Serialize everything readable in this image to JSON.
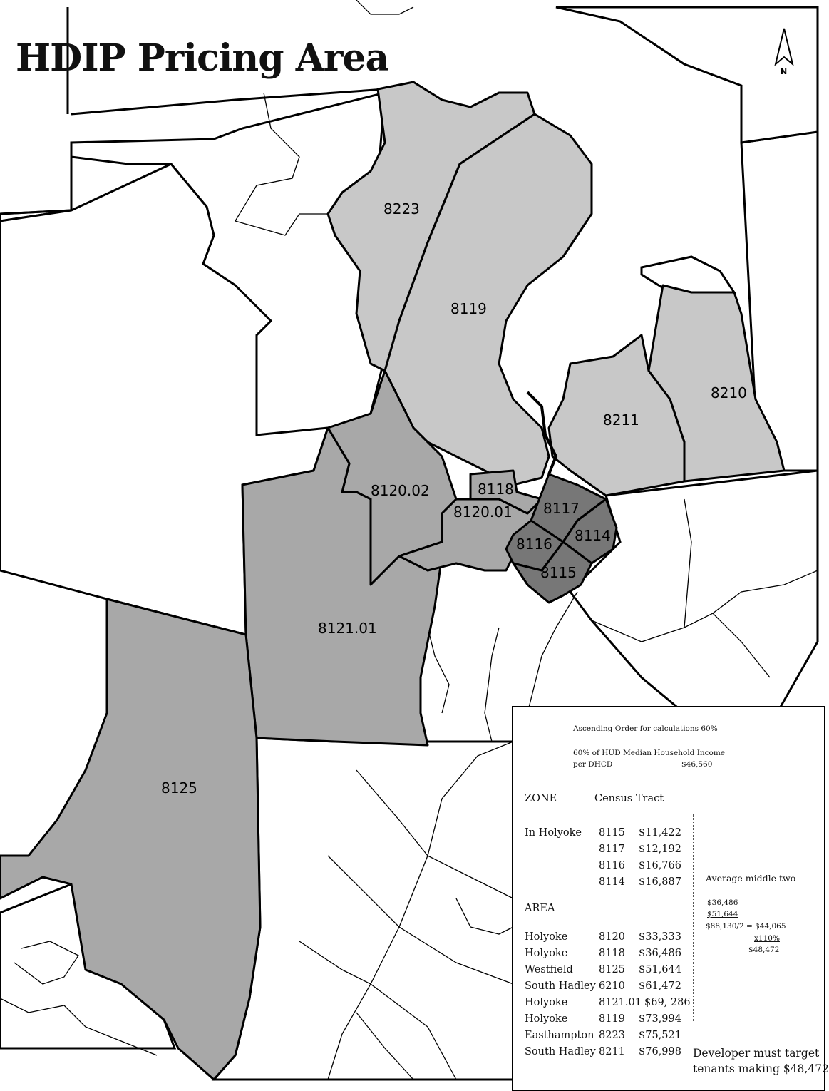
{
  "title": "HDIP Pricing Area",
  "north_arrow": {
    "letter": "N",
    "icon": "north-arrow-icon"
  },
  "tracts": [
    "8223",
    "8119",
    "8210",
    "8211",
    "8120.02",
    "8118",
    "8120.01",
    "8117",
    "8114",
    "8116",
    "8115",
    "8121.01",
    "8125"
  ],
  "shading": {
    "light": "#c8c8c8",
    "medium": "#a8a8a8",
    "dark": "#777777",
    "white": "#ffffff"
  },
  "legend": {
    "heading": "Ascending Order for calculations  60%",
    "income_line1": "60% of HUD Median Household Income",
    "income_line2": "per DHCD",
    "income_value": "$46,560",
    "zone_header": "ZONE",
    "census_header": "Census Tract",
    "in_holyoke_label": "In Holyoke",
    "in_holyoke_rows": [
      {
        "tract": "8115",
        "value": "$11,422"
      },
      {
        "tract": "8117",
        "value": "$12,192"
      },
      {
        "tract": "8116",
        "value": "$16,766"
      },
      {
        "tract": "8114",
        "value": "$16,887"
      }
    ],
    "area_header": "AREA",
    "area_rows": [
      {
        "town": "Holyoke",
        "tract": "8120",
        "value": "$33,333"
      },
      {
        "town": "Holyoke",
        "tract": "8118",
        "value": "$36,486"
      },
      {
        "town": "Westfield",
        "tract": "8125",
        "value": "$51,644"
      },
      {
        "town": "South Hadley",
        "tract": "6210",
        "value": "$61,472"
      },
      {
        "town": "Holyoke",
        "tract": "8121.01",
        "value": "$69, 286"
      },
      {
        "town": "Holyoke",
        "tract": "8119",
        "value": "$73,994"
      },
      {
        "town": "Easthampton",
        "tract": "8223",
        "value": "$75,521"
      },
      {
        "town": "South Hadley",
        "tract": "8211",
        "value": "$76,998"
      }
    ],
    "average_title": "Average middle two",
    "calc_line1": "$36,486",
    "calc_line2": "$51,644",
    "calc_line3": "$88,130/2 = $44,065",
    "calc_line4": "x110%",
    "calc_line5": "$48,472",
    "developer_line1": "Developer must target",
    "developer_line2": "tenants making $48,472"
  }
}
